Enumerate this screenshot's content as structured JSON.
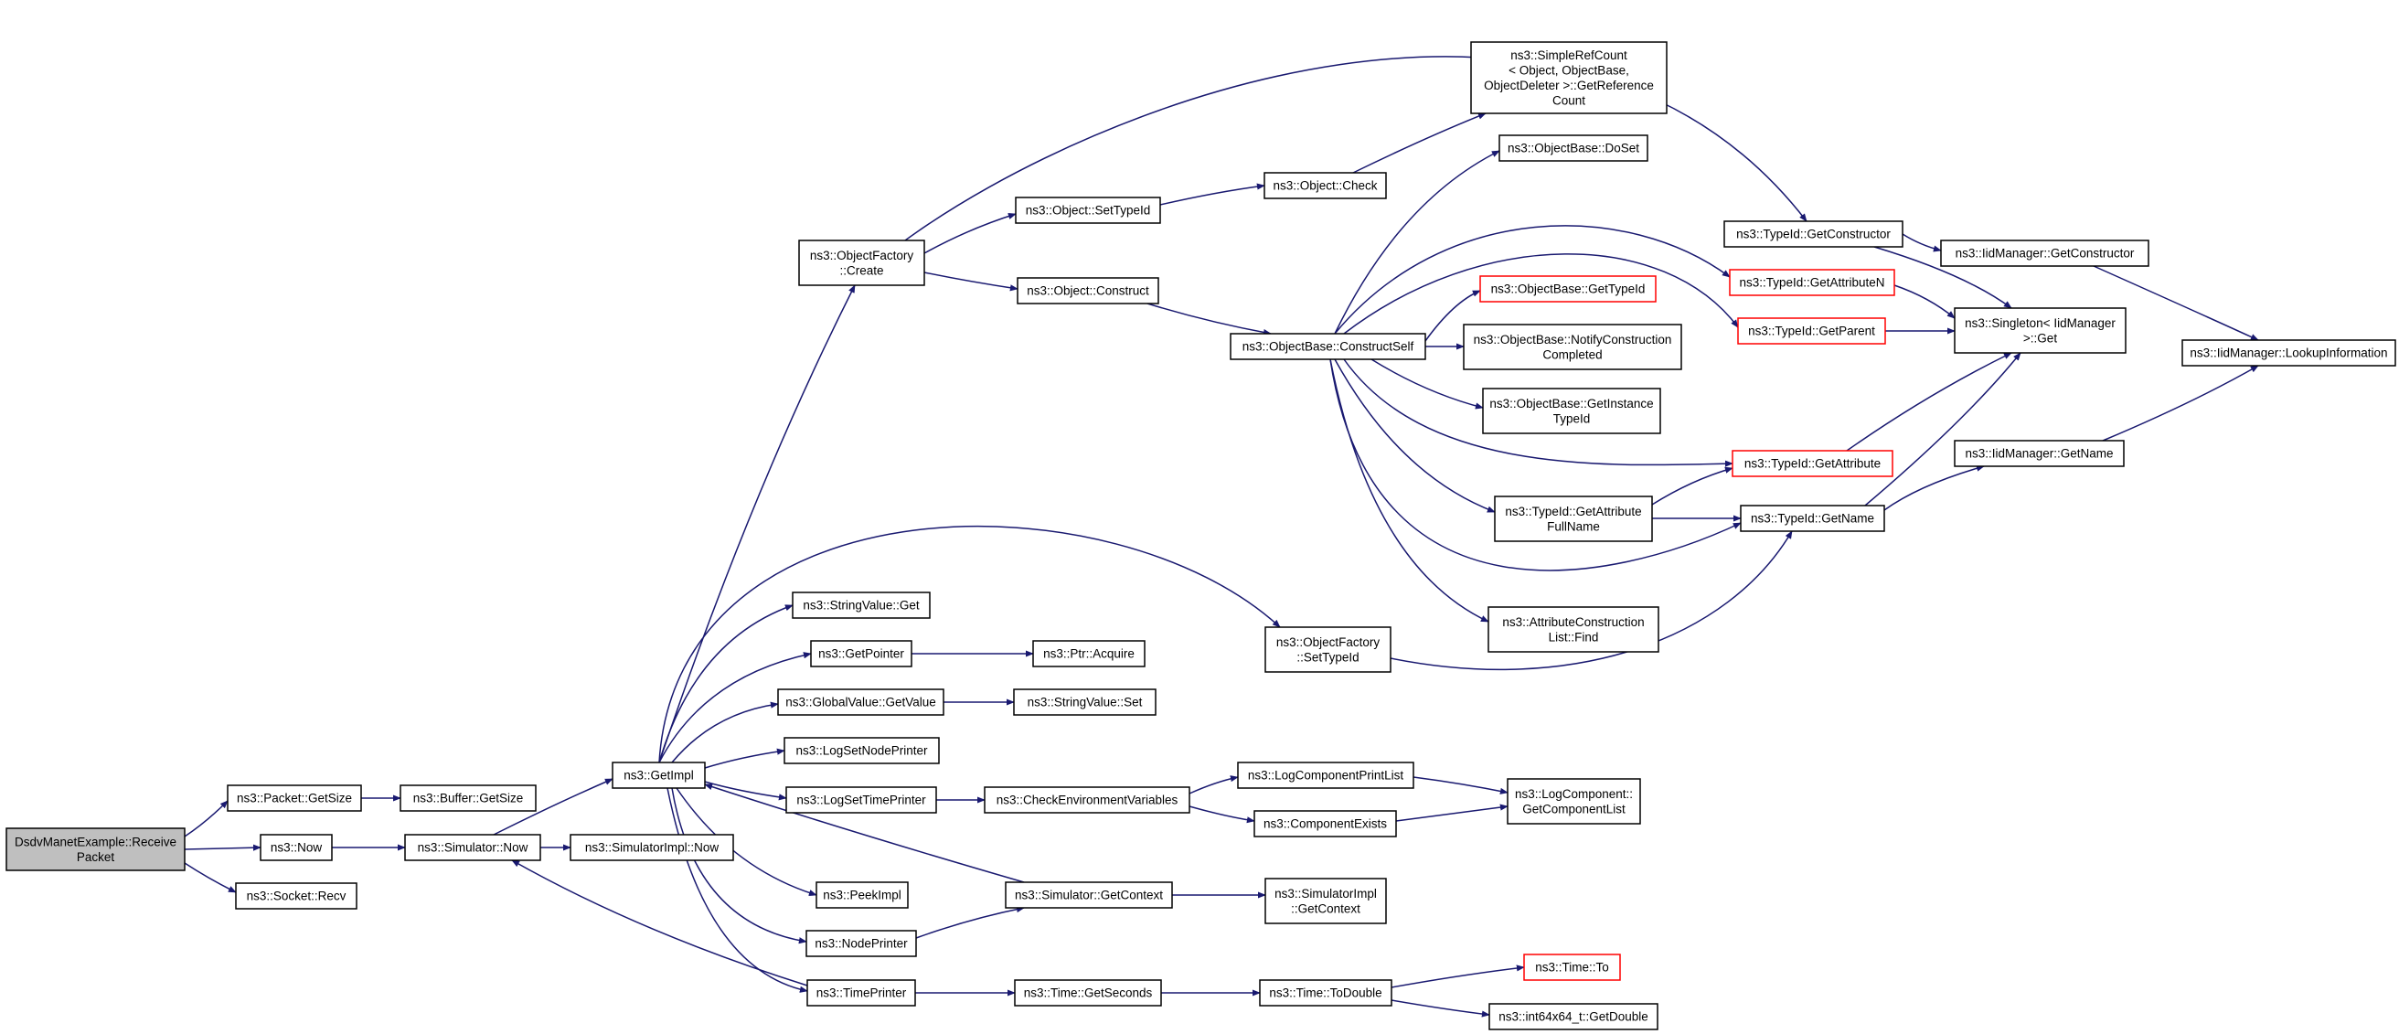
{
  "graph": {
    "type": "call-graph",
    "colors": {
      "edge": "#191970",
      "truncated_border": "#ff0000",
      "root_fill": "#bfbfbf",
      "node_border": "#000000"
    },
    "nodes": [
      {
        "id": "root",
        "lines": [
          "DsdvManetExample::Receive",
          "Packet"
        ],
        "root": true
      },
      {
        "id": "packet_getsize",
        "lines": [
          "ns3::Packet::GetSize"
        ]
      },
      {
        "id": "buffer_getsize",
        "lines": [
          "ns3::Buffer::GetSize"
        ]
      },
      {
        "id": "now",
        "lines": [
          "ns3::Now"
        ]
      },
      {
        "id": "simulator_now",
        "lines": [
          "ns3::Simulator::Now"
        ]
      },
      {
        "id": "simulatorimpl_now",
        "lines": [
          "ns3::SimulatorImpl::Now"
        ]
      },
      {
        "id": "socket_recv",
        "lines": [
          "ns3::Socket::Recv"
        ]
      },
      {
        "id": "getimpl",
        "lines": [
          "ns3::GetImpl"
        ]
      },
      {
        "id": "objectfactory_create",
        "lines": [
          "ns3::ObjectFactory",
          "::Create"
        ]
      },
      {
        "id": "object_settypeid",
        "lines": [
          "ns3::Object::SetTypeId"
        ]
      },
      {
        "id": "object_check",
        "lines": [
          "ns3::Object::Check"
        ]
      },
      {
        "id": "simplerefcount",
        "lines": [
          "ns3::SimpleRefCount",
          "< Object, ObjectBase,",
          "ObjectDeleter >::GetReference",
          "Count"
        ]
      },
      {
        "id": "object_construct",
        "lines": [
          "ns3::Object::Construct"
        ]
      },
      {
        "id": "objectbase_constructself",
        "lines": [
          "ns3::ObjectBase::ConstructSelf"
        ]
      },
      {
        "id": "objectbase_doset",
        "lines": [
          "ns3::ObjectBase::DoSet"
        ]
      },
      {
        "id": "objectbase_gettypeid",
        "lines": [
          "ns3::ObjectBase::GetTypeId"
        ],
        "truncated": true
      },
      {
        "id": "objectbase_notify",
        "lines": [
          "ns3::ObjectBase::NotifyConstruction",
          "Completed"
        ]
      },
      {
        "id": "objectbase_getinstance",
        "lines": [
          "ns3::ObjectBase::GetInstance",
          "TypeId"
        ]
      },
      {
        "id": "typeid_getattributefullname",
        "lines": [
          "ns3::TypeId::GetAttribute",
          "FullName"
        ]
      },
      {
        "id": "attributeconstructionlist_find",
        "lines": [
          "ns3::AttributeConstruction",
          "List::Find"
        ]
      },
      {
        "id": "typeid_getconstructor",
        "lines": [
          "ns3::TypeId::GetConstructor"
        ]
      },
      {
        "id": "typeid_getattributen",
        "lines": [
          "ns3::TypeId::GetAttributeN"
        ],
        "truncated": true
      },
      {
        "id": "typeid_getparent",
        "lines": [
          "ns3::TypeId::GetParent"
        ],
        "truncated": true
      },
      {
        "id": "typeid_getattribute",
        "lines": [
          "ns3::TypeId::GetAttribute"
        ],
        "truncated": true
      },
      {
        "id": "typeid_getname",
        "lines": [
          "ns3::TypeId::GetName"
        ]
      },
      {
        "id": "iidmanager_getconstructor",
        "lines": [
          "ns3::IidManager::GetConstructor"
        ]
      },
      {
        "id": "singleton_get",
        "lines": [
          "ns3::Singleton< IidManager",
          ">::Get"
        ]
      },
      {
        "id": "iidmanager_getname",
        "lines": [
          "ns3::IidManager::GetName"
        ]
      },
      {
        "id": "iidmanager_lookup",
        "lines": [
          "ns3::IidManager::LookupInformation"
        ]
      },
      {
        "id": "stringvalue_get",
        "lines": [
          "ns3::StringValue::Get"
        ]
      },
      {
        "id": "getpointer",
        "lines": [
          "ns3::GetPointer"
        ]
      },
      {
        "id": "ptr_acquire",
        "lines": [
          "ns3::Ptr::Acquire"
        ]
      },
      {
        "id": "globalvalue_getvalue",
        "lines": [
          "ns3::GlobalValue::GetValue"
        ]
      },
      {
        "id": "stringvalue_set",
        "lines": [
          "ns3::StringValue::Set"
        ]
      },
      {
        "id": "logsetnodeprinter",
        "lines": [
          "ns3::LogSetNodePrinter"
        ]
      },
      {
        "id": "logsettimeprinter",
        "lines": [
          "ns3::LogSetTimePrinter"
        ]
      },
      {
        "id": "checkenvvars",
        "lines": [
          "ns3::CheckEnvironmentVariables"
        ]
      },
      {
        "id": "logcomponentprintlist",
        "lines": [
          "ns3::LogComponentPrintList"
        ]
      },
      {
        "id": "componentexists",
        "lines": [
          "ns3::ComponentExists"
        ]
      },
      {
        "id": "logcomponent_getlist",
        "lines": [
          "ns3::LogComponent::",
          "GetComponentList"
        ]
      },
      {
        "id": "objectfactory_settypeid",
        "lines": [
          "ns3::ObjectFactory",
          "::SetTypeId"
        ]
      },
      {
        "id": "peekimpl",
        "lines": [
          "ns3::PeekImpl"
        ]
      },
      {
        "id": "nodeprinter",
        "lines": [
          "ns3::NodePrinter"
        ]
      },
      {
        "id": "simulator_getcontext",
        "lines": [
          "ns3::Simulator::GetContext"
        ]
      },
      {
        "id": "simulatorimpl_getcontext",
        "lines": [
          "ns3::SimulatorImpl",
          "::GetContext"
        ]
      },
      {
        "id": "timeprinter",
        "lines": [
          "ns3::TimePrinter"
        ]
      },
      {
        "id": "time_getseconds",
        "lines": [
          "ns3::Time::GetSeconds"
        ]
      },
      {
        "id": "time_todouble",
        "lines": [
          "ns3::Time::ToDouble"
        ]
      },
      {
        "id": "time_to",
        "lines": [
          "ns3::Time::To"
        ],
        "truncated": true
      },
      {
        "id": "int64x64_getdouble",
        "lines": [
          "ns3::int64x64_t::GetDouble"
        ]
      }
    ],
    "edges": [
      [
        "root",
        "packet_getsize"
      ],
      [
        "root",
        "now"
      ],
      [
        "root",
        "socket_recv"
      ],
      [
        "packet_getsize",
        "buffer_getsize"
      ],
      [
        "now",
        "simulator_now"
      ],
      [
        "simulator_now",
        "getimpl"
      ],
      [
        "simulator_now",
        "simulatorimpl_now"
      ],
      [
        "getimpl",
        "objectfactory_create"
      ],
      [
        "getimpl",
        "objectfactory_settypeid"
      ],
      [
        "getimpl",
        "stringvalue_get"
      ],
      [
        "getimpl",
        "getpointer"
      ],
      [
        "getimpl",
        "globalvalue_getvalue"
      ],
      [
        "getimpl",
        "logsetnodeprinter"
      ],
      [
        "getimpl",
        "logsettimeprinter"
      ],
      [
        "getimpl",
        "peekimpl"
      ],
      [
        "getimpl",
        "nodeprinter"
      ],
      [
        "getimpl",
        "timeprinter"
      ],
      [
        "objectfactory_create",
        "typeid_getconstructor"
      ],
      [
        "objectfactory_create",
        "object_settypeid"
      ],
      [
        "objectfactory_create",
        "object_construct"
      ],
      [
        "object_settypeid",
        "object_check"
      ],
      [
        "object_check",
        "simplerefcount"
      ],
      [
        "object_construct",
        "objectbase_constructself"
      ],
      [
        "objectbase_constructself",
        "objectbase_doset"
      ],
      [
        "objectbase_constructself",
        "typeid_getattributen"
      ],
      [
        "objectbase_constructself",
        "typeid_getparent"
      ],
      [
        "objectbase_constructself",
        "objectbase_gettypeid"
      ],
      [
        "objectbase_constructself",
        "objectbase_notify"
      ],
      [
        "objectbase_constructself",
        "objectbase_getinstance"
      ],
      [
        "objectbase_constructself",
        "typeid_getattribute"
      ],
      [
        "objectbase_constructself",
        "typeid_getattributefullname"
      ],
      [
        "objectbase_constructself",
        "typeid_getname"
      ],
      [
        "objectbase_constructself",
        "attributeconstructionlist_find"
      ],
      [
        "typeid_getconstructor",
        "iidmanager_getconstructor"
      ],
      [
        "typeid_getconstructor",
        "singleton_get"
      ],
      [
        "typeid_getattributen",
        "singleton_get"
      ],
      [
        "typeid_getparent",
        "singleton_get"
      ],
      [
        "typeid_getattribute",
        "singleton_get"
      ],
      [
        "typeid_getname",
        "singleton_get"
      ],
      [
        "typeid_getname",
        "iidmanager_getname"
      ],
      [
        "iidmanager_getconstructor",
        "iidmanager_lookup"
      ],
      [
        "iidmanager_getname",
        "iidmanager_lookup"
      ],
      [
        "typeid_getattributefullname",
        "typeid_getattribute"
      ],
      [
        "typeid_getattributefullname",
        "typeid_getname"
      ],
      [
        "objectfactory_settypeid",
        "typeid_getname"
      ],
      [
        "getpointer",
        "ptr_acquire"
      ],
      [
        "globalvalue_getvalue",
        "stringvalue_set"
      ],
      [
        "logsettimeprinter",
        "checkenvvars"
      ],
      [
        "checkenvvars",
        "logcomponentprintlist"
      ],
      [
        "checkenvvars",
        "componentexists"
      ],
      [
        "logcomponentprintlist",
        "logcomponent_getlist"
      ],
      [
        "componentexists",
        "logcomponent_getlist"
      ],
      [
        "simulator_getcontext",
        "getimpl"
      ],
      [
        "simulator_getcontext",
        "simulatorimpl_getcontext"
      ],
      [
        "nodeprinter",
        "simulator_getcontext"
      ],
      [
        "timeprinter",
        "simulator_now"
      ],
      [
        "timeprinter",
        "time_getseconds"
      ],
      [
        "time_getseconds",
        "time_todouble"
      ],
      [
        "time_todouble",
        "time_to"
      ],
      [
        "time_todouble",
        "int64x64_getdouble"
      ]
    ]
  }
}
